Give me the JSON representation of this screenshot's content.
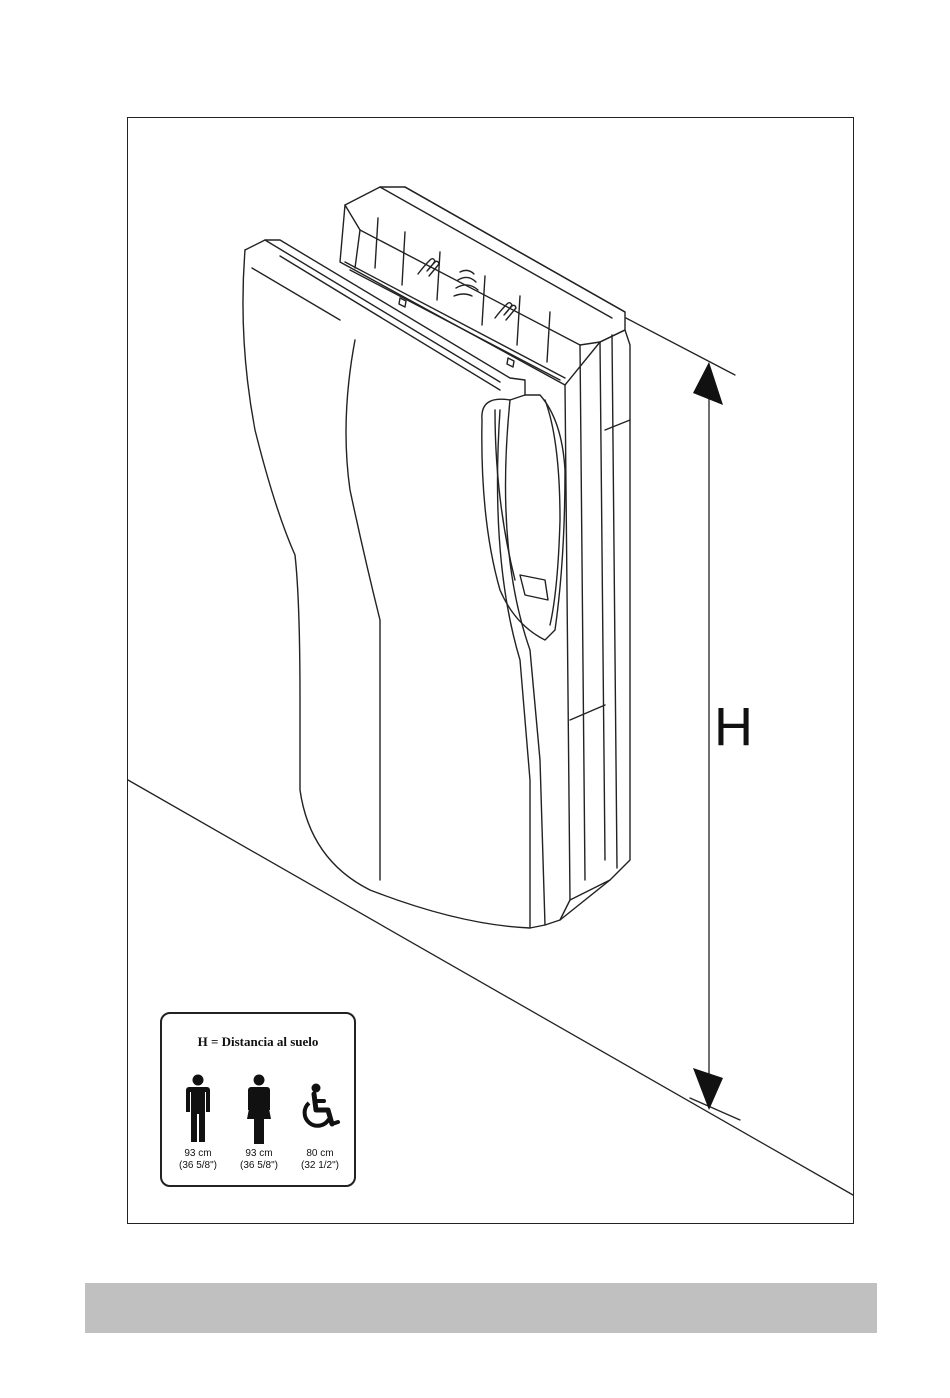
{
  "dimension_label": "H",
  "legend": {
    "title": "H = Distancia al suelo",
    "items": [
      {
        "icon": "man-icon",
        "cm": "93 cm",
        "inches": "(36 5/8\")"
      },
      {
        "icon": "woman-icon",
        "cm": "93 cm",
        "inches": "(36 5/8\")"
      },
      {
        "icon": "wheelchair-icon",
        "cm": "80 cm",
        "inches": "(32 1/2\")"
      }
    ]
  },
  "colors": {
    "line": "#222222",
    "footer_bar": "#c0c0c0"
  }
}
